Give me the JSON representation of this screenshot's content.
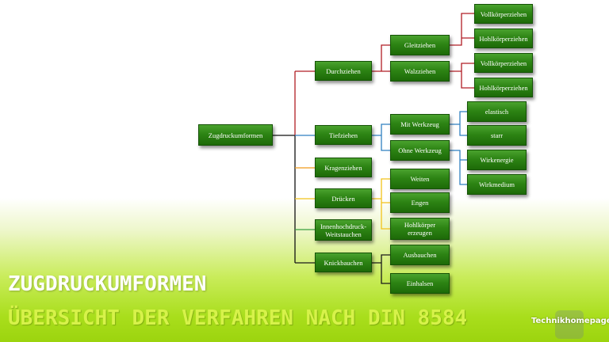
{
  "nodes": {
    "root": "Zugdruckumformen",
    "durchziehen": "Durchziehen",
    "tiefziehen": "Tiefziehen",
    "kragenziehen": "Kragenziehen",
    "druecken": "Drücken",
    "innenhochdruck": "Innenhochdruck-Weitstauchen",
    "knickbauchen": "Knickbauchen",
    "gleitziehen": "Gleitziehen",
    "walzziehen": "Walzziehen",
    "gleit_voll": "Vollkörperziehen",
    "gleit_hohl": "Hohlkörperziehen",
    "walz_voll": "Vollkörperziehen",
    "walz_hohl": "Hohlkörperziehen",
    "mit_werkzeug": "Mit Werkzeug",
    "ohne_werkzeug": "Ohne Werkzeug",
    "elastisch": "elastisch",
    "starr": "starr",
    "wirkenergie": "Wirkenergie",
    "wirkmedium": "Wirkmedium",
    "weiten": "Weiten",
    "engen": "Engen",
    "hohlkoerper_erzeugen": "Hohlkörper erzeugen",
    "ausbauchen": "Ausbauchen",
    "einhalsen": "Einhalsen"
  },
  "title": {
    "main": "ZUGDRUCKUMFORMEN",
    "sub": "ÜBERSICHT DER VERFAHREN NACH DIN 8584"
  },
  "logo": {
    "text": "Technikhomepage.de"
  },
  "colors": {
    "durchziehen": "#b01c24",
    "tiefziehen": "#2f7fc0",
    "kragenziehen": "#f09a1a",
    "druecken": "#f2c21a",
    "innenhochdruck": "#3aa040",
    "knickbauchen": "#1a1a1a"
  }
}
